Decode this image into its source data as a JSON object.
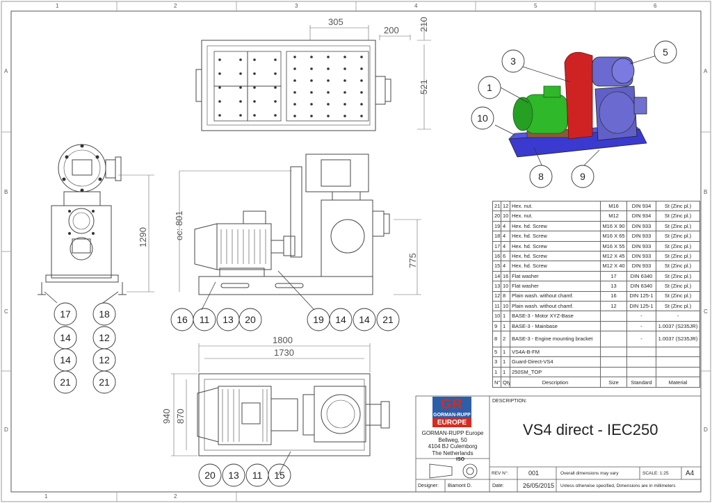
{
  "zones": {
    "top": [
      "1",
      "2",
      "3",
      "4",
      "5",
      "6"
    ],
    "bottom": [
      "1",
      "2"
    ],
    "left": [
      "A",
      "B",
      "C",
      "D"
    ],
    "right": [
      "A",
      "B",
      "C",
      "D"
    ]
  },
  "dimensions": {
    "top_305": "305",
    "top_200": "200",
    "top_210": "210",
    "top_521": "521",
    "side_1290": "1290",
    "front_oc801": "oc: 801",
    "front_775": "775",
    "plan_1800": "1800",
    "plan_1730": "1730",
    "plan_940": "940",
    "plan_870": "870"
  },
  "balloons": {
    "iso": [
      "3",
      "5",
      "1",
      "10",
      "8",
      "9"
    ],
    "side_col1": [
      "17",
      "14",
      "14",
      "21"
    ],
    "side_col2": [
      "18",
      "12",
      "12",
      "21"
    ],
    "front_left": [
      "16",
      "11",
      "13",
      "20"
    ],
    "front_right": [
      "19",
      "14",
      "14",
      "21"
    ],
    "plan": [
      "20",
      "13",
      "11",
      "15"
    ]
  },
  "bom": {
    "rows": [
      {
        "no": "21",
        "qty": "12",
        "desc": "Hex. nut.",
        "size": "M16",
        "std": "DIN 934",
        "mat": "St (Zinc pl.)"
      },
      {
        "no": "20",
        "qty": "10",
        "desc": "Hex. nut.",
        "size": "M12",
        "std": "DIN 934",
        "mat": "St (Zinc pl.)"
      },
      {
        "no": "19",
        "qty": "4",
        "desc": "Hex. hd. Screw",
        "size": "M16 X 90",
        "std": "DIN 933",
        "mat": "St (Zinc pl.)"
      },
      {
        "no": "18",
        "qty": "4",
        "desc": "Hex. hd. Screw",
        "size": "M16 X 65",
        "std": "DIN 933",
        "mat": "St (Zinc pl.)"
      },
      {
        "no": "17",
        "qty": "4",
        "desc": "Hex. hd. Screw",
        "size": "M16 X 55",
        "std": "DIN 933",
        "mat": "St (Zinc pl.)"
      },
      {
        "no": "16",
        "qty": "6",
        "desc": "Hex. hd. Screw",
        "size": "M12 X 45",
        "std": "DIN 933",
        "mat": "St (Zinc pl.)"
      },
      {
        "no": "15",
        "qty": "4",
        "desc": "Hex. hd. Screw",
        "size": "M12 X 40",
        "std": "DIN 933",
        "mat": "St (Zinc pl.)"
      },
      {
        "no": "14",
        "qty": "16",
        "desc": "Flat washer",
        "size": "17",
        "std": "DIN 6340",
        "mat": "St (Zinc pl.)"
      },
      {
        "no": "13",
        "qty": "10",
        "desc": "Flat washer",
        "size": "13",
        "std": "DIN 6340",
        "mat": "St (Zinc pl.)"
      },
      {
        "no": "12",
        "qty": "8",
        "desc": "Plain wash. without chamf.",
        "size": "16",
        "std": "DIN 125-1",
        "mat": "St (Zinc pl.)"
      },
      {
        "no": "11",
        "qty": "10",
        "desc": "Plain wash. without chamf.",
        "size": "12",
        "std": "DIN 125-1",
        "mat": "St (Zinc pl.)"
      },
      {
        "no": "10",
        "qty": "1",
        "desc": "BASE-3 - Motor XYZ-Base",
        "size": "",
        "std": "-",
        "mat": "-"
      },
      {
        "no": "9",
        "qty": "1",
        "desc": "BASE-3 - Mainbase",
        "size": "",
        "std": "-",
        "mat": "1.0037 (S235JR)"
      },
      {
        "no": "8",
        "qty": "2",
        "desc": "BASE-3 - Engine mounting bracket",
        "size": "",
        "std": "-",
        "mat": "1.0037 (S235JR)"
      },
      {
        "no": "5",
        "qty": "1",
        "desc": "VS4A-B-FM",
        "size": "",
        "std": "",
        "mat": ""
      },
      {
        "no": "3",
        "qty": "1",
        "desc": "Guard-Direct-VS4",
        "size": "",
        "std": "",
        "mat": ""
      },
      {
        "no": "1",
        "qty": "1",
        "desc": "250SM_TOP",
        "size": "",
        "std": "",
        "mat": ""
      }
    ],
    "header": {
      "no": "N°",
      "qty": "Qty",
      "desc": "Description",
      "size": "Size",
      "std": "Standard",
      "mat": "Material"
    }
  },
  "titleblock": {
    "logo_top": "GR",
    "logo_mid": "GORMAN-RUPP",
    "logo_bottom": "EUROPE",
    "company": "GORMAN-RUPP Europe",
    "street": "Bellweg, 50",
    "city": "4104 BJ Culemborg",
    "country": "The Netherlands",
    "description_label": "DESCRIPTION:",
    "title": "VS4 direct - IEC250",
    "iso": "ISO",
    "designer_label": "Designer:",
    "designer": "Biamont D.",
    "rev_label": "REV N°:",
    "rev": "001",
    "date_label": "Date:",
    "date": "26/05/2015",
    "note1": "Overall dimensions may vary",
    "note2": "Unless otherwise specified, Dimensions are in millimeters",
    "scale_label": "SCALE: 1:25",
    "size": "A4"
  },
  "colors": {
    "motor": "#2fb82a",
    "guard": "#cf2323",
    "pump": "#6060c8",
    "base": "#3a3ad0",
    "logo_blue": "#2d5ea8",
    "logo_red": "#d62b1e"
  }
}
